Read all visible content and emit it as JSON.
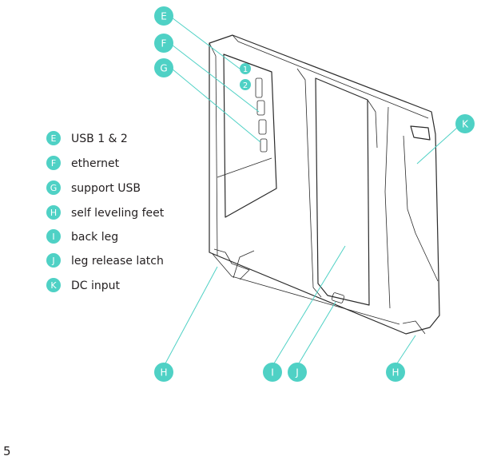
{
  "accent_color": "#4fd1c5",
  "legend": [
    {
      "letter": "E",
      "label": "USB 1 & 2"
    },
    {
      "letter": "F",
      "label": "ethernet"
    },
    {
      "letter": "G",
      "label": "support USB"
    },
    {
      "letter": "H",
      "label": "self leveling feet"
    },
    {
      "letter": "I",
      "label": "back leg"
    },
    {
      "letter": "J",
      "label": "leg release latch"
    },
    {
      "letter": "K",
      "label": "DC input"
    }
  ],
  "callouts": {
    "top_e": "E",
    "top_f": "F",
    "top_g": "G",
    "right_k": "K",
    "bottom_h_left": "H",
    "bottom_i": "I",
    "bottom_j": "J",
    "bottom_h_right": "H"
  },
  "port_markers": {
    "usb1": "1",
    "usb2": "2"
  },
  "page_number": "5"
}
